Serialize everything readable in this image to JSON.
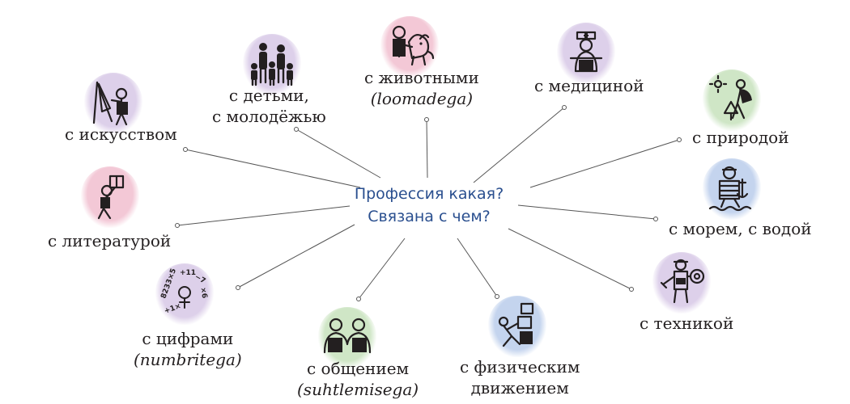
{
  "center": {
    "line1": "Профессия какая?",
    "line2": "Связана с чем?"
  },
  "colors": {
    "center_text": "#2a4f8f",
    "line": "#555555",
    "pink": "#f3c8d6",
    "lilac": "#ddd0ea",
    "green": "#cfe6c6",
    "blue": "#c4d4ee"
  },
  "nodes": [
    {
      "id": "art",
      "label_lines": [
        "с искусством"
      ],
      "icon": "painter-icon",
      "color": "lilac"
    },
    {
      "id": "children",
      "label_lines": [
        "с детьми,",
        "с молодёжью"
      ],
      "icon": "family-icon",
      "color": "lilac"
    },
    {
      "id": "animals",
      "label_lines": [
        "с животными"
      ],
      "label_italic": "(loomadega)",
      "icon": "dog-owner-icon",
      "color": "pink"
    },
    {
      "id": "medicine",
      "label_lines": [
        "с медициной"
      ],
      "icon": "nurse-icon",
      "color": "lilac"
    },
    {
      "id": "nature",
      "label_lines": [
        "с природой"
      ],
      "icon": "hiker-icon",
      "color": "green"
    },
    {
      "id": "literature",
      "label_lines": [
        "с литературой"
      ],
      "icon": "reader-icon",
      "color": "pink"
    },
    {
      "id": "sea",
      "label_lines": [
        "с морем, с водой"
      ],
      "icon": "sailor-icon",
      "color": "blue"
    },
    {
      "id": "digits",
      "label_lines": [
        "с цифрами"
      ],
      "label_italic": "(numbritega)",
      "icon": "math-icon",
      "color": "lilac"
    },
    {
      "id": "communication",
      "label_lines": [
        "с общением"
      ],
      "label_italic": "(suhtlemisega)",
      "icon": "conversation-icon",
      "color": "green"
    },
    {
      "id": "physical",
      "label_lines": [
        "с физическим",
        "движением"
      ],
      "icon": "athlete-icon",
      "color": "blue"
    },
    {
      "id": "technology",
      "label_lines": [
        "с техникой"
      ],
      "icon": "mechanic-icon",
      "color": "lilac"
    }
  ]
}
